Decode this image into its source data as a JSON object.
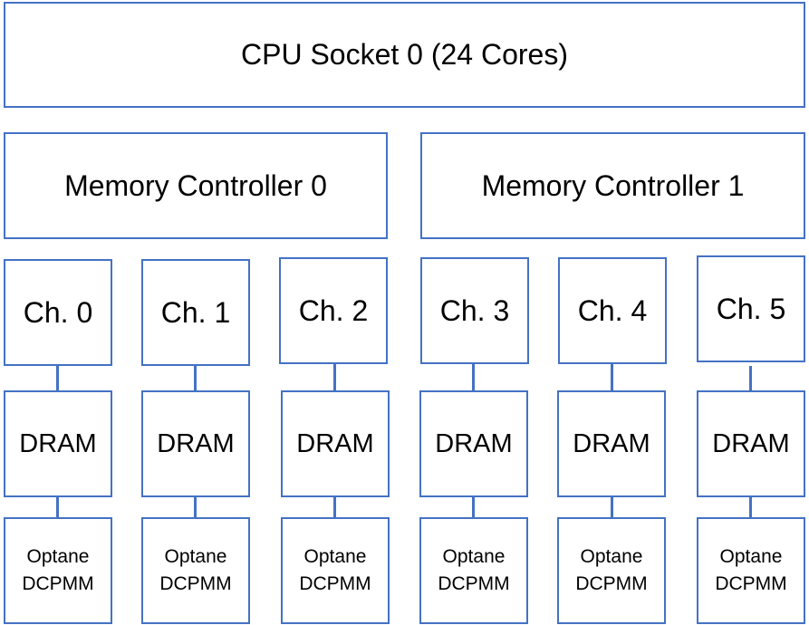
{
  "cpu": {
    "label": "CPU Socket 0 (24 Cores)"
  },
  "controllers": [
    {
      "label": "Memory Controller 0"
    },
    {
      "label": "Memory Controller 1"
    }
  ],
  "channels": [
    {
      "label": "Ch. 0",
      "dram": "DRAM",
      "optane_line1": "Optane",
      "optane_line2": "DCPMM"
    },
    {
      "label": "Ch. 1",
      "dram": "DRAM",
      "optane_line1": "Optane",
      "optane_line2": "DCPMM"
    },
    {
      "label": "Ch. 2",
      "dram": "DRAM",
      "optane_line1": "Optane",
      "optane_line2": "DCPMM"
    },
    {
      "label": "Ch. 3",
      "dram": "DRAM",
      "optane_line1": "Optane",
      "optane_line2": "DCPMM"
    },
    {
      "label": "Ch. 4",
      "dram": "DRAM",
      "optane_line1": "Optane",
      "optane_line2": "DCPMM"
    },
    {
      "label": "Ch. 5",
      "dram": "DRAM",
      "optane_line1": "Optane",
      "optane_line2": "DCPMM"
    }
  ],
  "colors": {
    "border": "#4472c4",
    "text": "#000000",
    "background": "#ffffff"
  }
}
